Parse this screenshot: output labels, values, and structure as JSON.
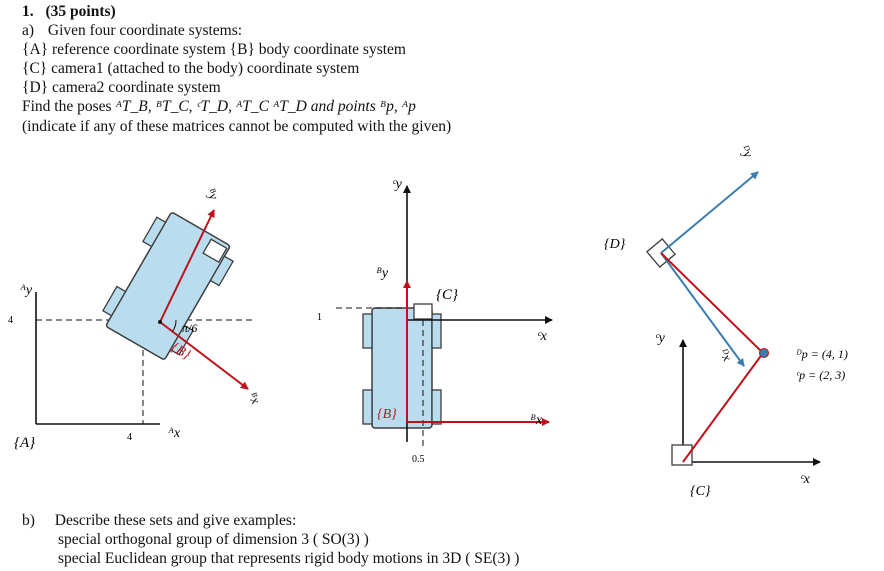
{
  "header": {
    "number": "1.",
    "points": "(35 points)"
  },
  "part_a": {
    "label": "a)",
    "intro": "Given four coordinate systems:",
    "line_A": "{A} reference coordinate system {B} body coordinate system",
    "line_C": "{C} camera1 (attached to the body) coordinate system",
    "line_D": "{D} camera2 coordinate system",
    "find_prefix": "Find the poses",
    "find_items": "ᴬT_B, ᴮT_C, ᶜT_D, ᴬT_C ᴬT_D and points ᴮp, ᴬp",
    "note": "(indicate if any of these matrices cannot be computed with the given)"
  },
  "figure1": {
    "frame_A": "{A}",
    "frame_B": "{B}",
    "axis_Ay": "ᴬy",
    "axis_Ax": "ᴬx",
    "axis_By": "ᴮy",
    "axis_Bx": "ᴮx",
    "tick_y": "4",
    "tick_x": "4",
    "angle": "π/6"
  },
  "figure2": {
    "frame_B": "{B}",
    "frame_C": "{C}",
    "axis_Cy": "ᶜy",
    "axis_Cx": "ᶜx",
    "axis_By": "ᴮy",
    "axis_Bx": "ᴮx",
    "tick_y": "1",
    "tick_x": "0.5"
  },
  "figure3": {
    "frame_D": "{D}",
    "frame_C": "{C}",
    "axis_Dy": "ᴰy",
    "axis_Dx": "ᴰx",
    "axis_Cy": "ᶜy",
    "axis_Cx": "ᶜx",
    "point_D": "ᴰp = (4, 1)",
    "point_C": "ᶜp = (2, 3)"
  },
  "part_b": {
    "label": "b)",
    "intro": "Describe these sets and give examples:",
    "item1": "special orthogonal group of dimension 3 ( SO(3) )",
    "item2": "special Euclidean group that represents rigid body motions in 3D ( SE(3) )"
  },
  "colors": {
    "body_fill": "#b9dcef",
    "body_stroke": "#3d3d3d",
    "red_axis": "#c0111a",
    "blue_axis": "#3b7db0",
    "black": "#111111"
  }
}
